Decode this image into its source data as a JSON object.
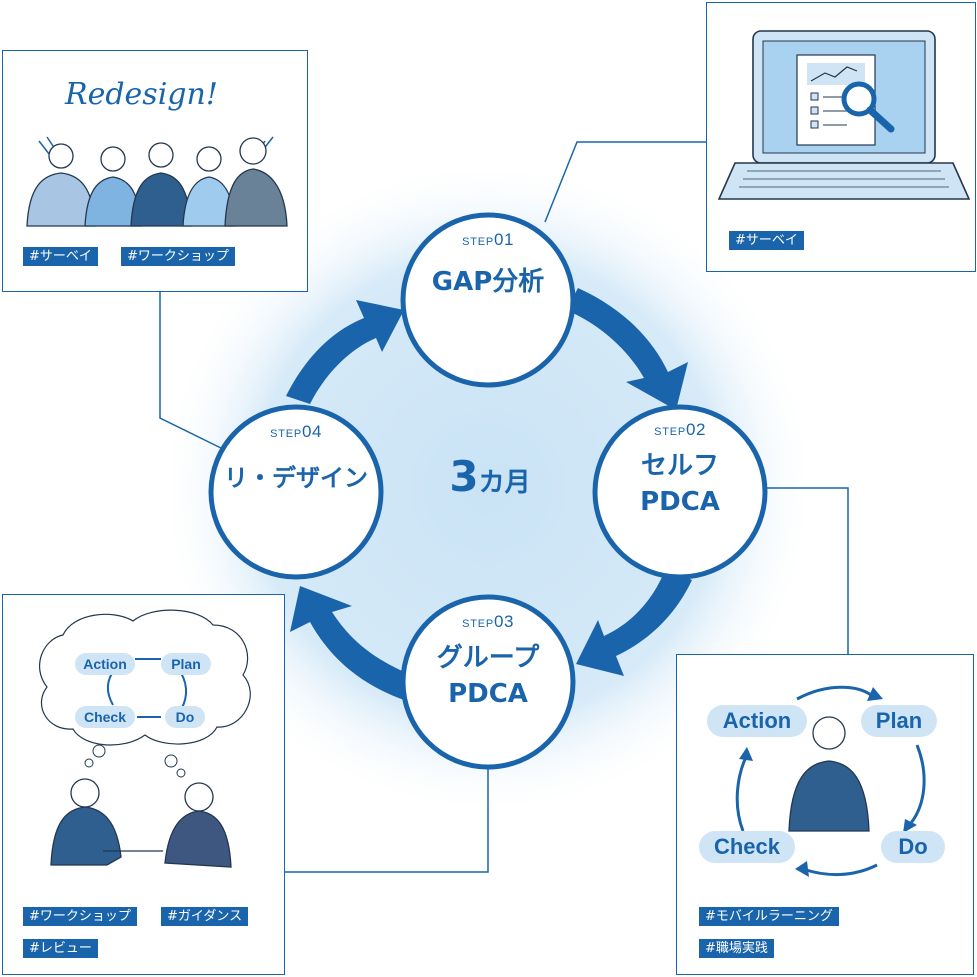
{
  "center": {
    "number": "3",
    "unit": "カ月"
  },
  "steps": [
    {
      "label": "STEP",
      "num": "01",
      "title_lines": [
        "GAP分析"
      ]
    },
    {
      "label": "STEP",
      "num": "02",
      "title_lines": [
        "セルフ",
        "PDCA"
      ]
    },
    {
      "label": "STEP",
      "num": "03",
      "title_lines": [
        "グループ",
        "PDCA"
      ]
    },
    {
      "label": "STEP",
      "num": "04",
      "title_lines": [
        "リ・デザイン"
      ]
    }
  ],
  "panels": {
    "redesign": {
      "heading": "Redesign!",
      "tags": [
        "#サーベイ",
        "#ワークショップ"
      ]
    },
    "survey": {
      "tags": [
        "#サーベイ"
      ]
    },
    "group": {
      "cycle": [
        "Action",
        "Plan",
        "Do",
        "Check"
      ],
      "tags": [
        "#ワークショップ",
        "#ガイダンス",
        "#レビュー"
      ]
    },
    "self": {
      "cycle": [
        "Action",
        "Plan",
        "Do",
        "Check"
      ],
      "tags": [
        "#モバイルラーニング",
        "#職場実践"
      ]
    }
  },
  "colors": {
    "primary": "#1a64ac",
    "light": "#cfe5f6",
    "glow": "#c9e3f5"
  }
}
